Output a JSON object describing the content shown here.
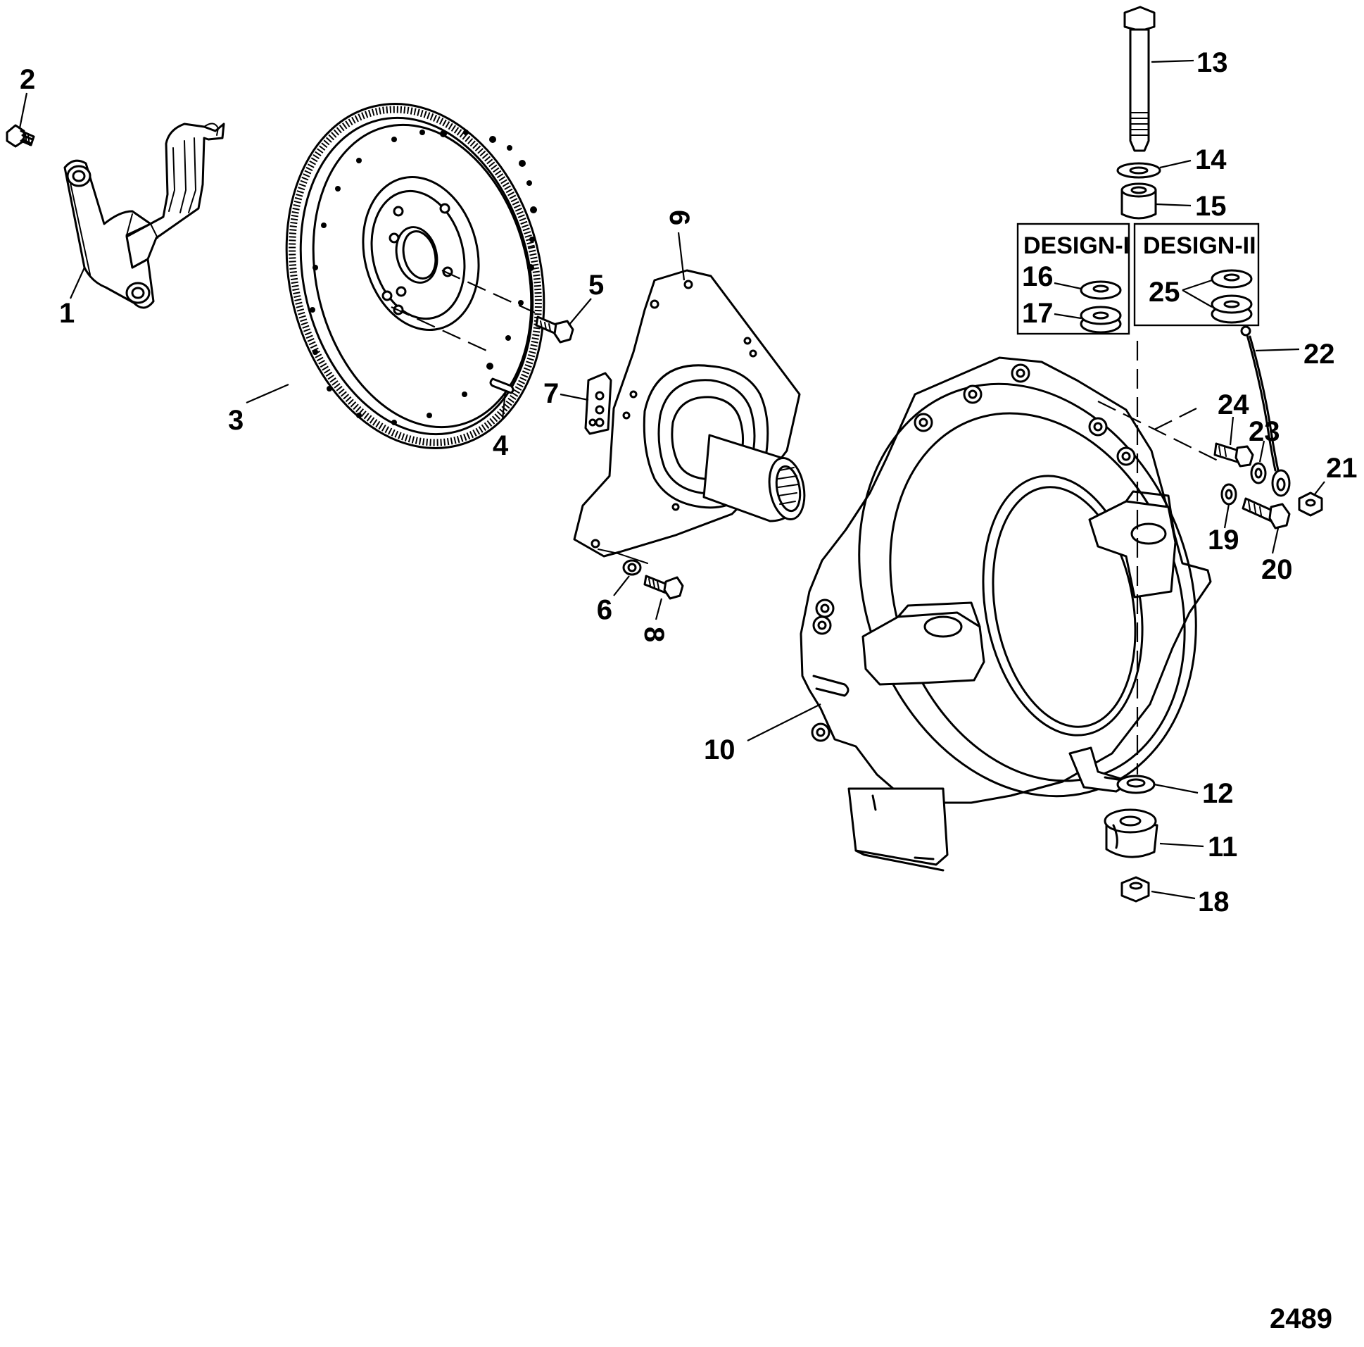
{
  "callouts": {
    "c1": "1",
    "c2": "2",
    "c3": "3",
    "c4": "4",
    "c5": "5",
    "c6": "6",
    "c7": "7",
    "c8": "8",
    "c9": "9",
    "c10": "10",
    "c11": "11",
    "c12": "12",
    "c13": "13",
    "c14": "14",
    "c15": "15",
    "c16": "16",
    "c17": "17",
    "c18": "18",
    "c19": "19",
    "c20": "20",
    "c21": "21",
    "c22": "22",
    "c23": "23",
    "c24": "24",
    "c25": "25"
  },
  "design_boxes": {
    "design_1": "DESIGN-I",
    "design_2": "DESIGN-II"
  },
  "figure_number": "2489"
}
